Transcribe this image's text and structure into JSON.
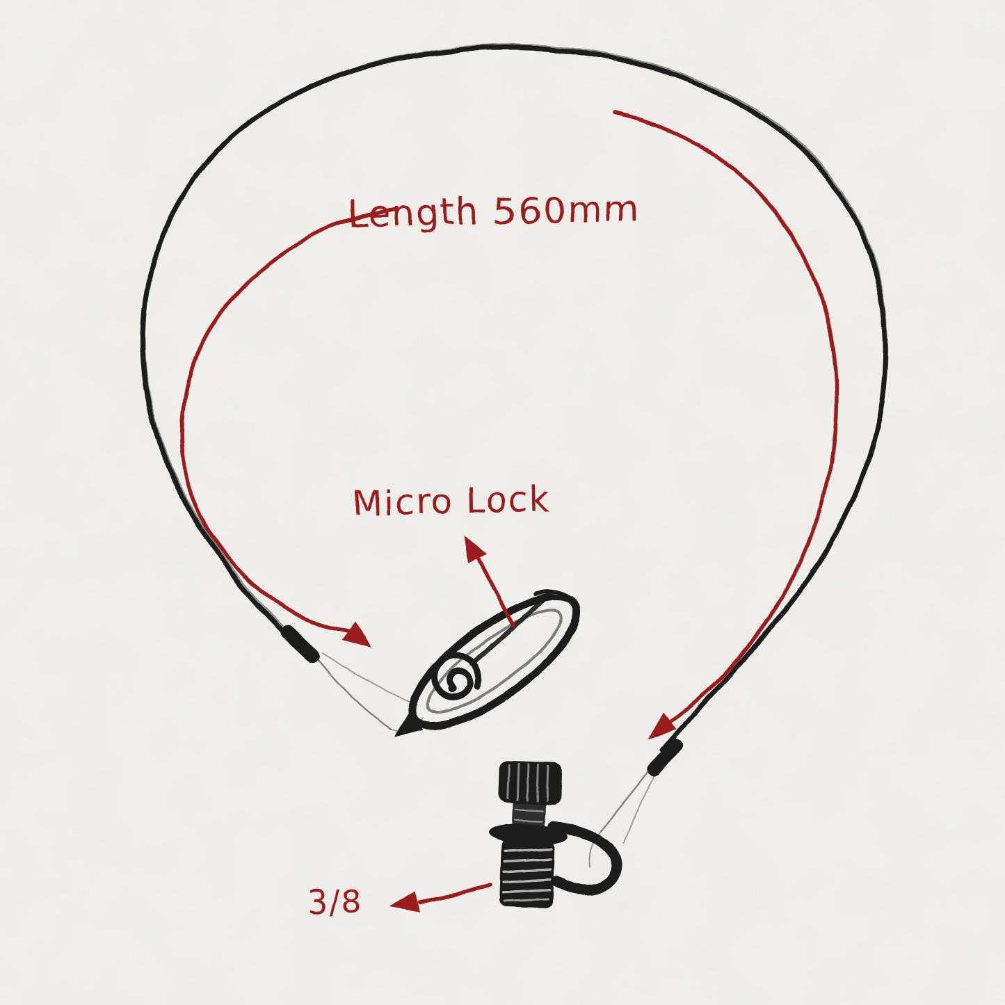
{
  "colors": {
    "paper": "#f5f4f1",
    "ink": "#1b1b1b",
    "annotation": "#9a1c1c"
  },
  "annotations": {
    "length": {
      "label": "Length 560mm"
    },
    "micro_lock": {
      "label": "Micro Lock"
    },
    "thread_size": {
      "label": "3/8"
    }
  },
  "parts": {
    "cable": "steel-cable-loop",
    "left_end": "cable-ferrule",
    "right_end": "cable-ferrule",
    "clip": "micro-lock-snap-hook",
    "screw": "three-eighths-thread-screw"
  }
}
